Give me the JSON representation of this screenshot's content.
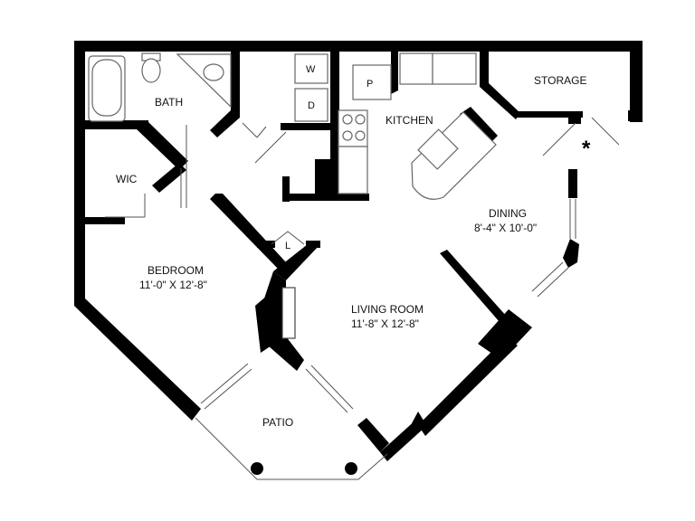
{
  "rooms": {
    "bath": "BATH",
    "wic": "WIC",
    "kitchen": "KITCHEN",
    "storage": "STORAGE",
    "dining": "DINING",
    "dining_dim": "8'-4\" X 10'-0\"",
    "bedroom": "BEDROOM",
    "bedroom_dim": "11'-0\" X 12'-8\"",
    "living": "LIVING ROOM",
    "living_dim": "11'-8\" X 12'-8\"",
    "patio": "PATIO"
  },
  "fixtures": {
    "washer": "W",
    "dryer": "D",
    "pantry": "P",
    "linen": "L",
    "asterisk": "*"
  }
}
